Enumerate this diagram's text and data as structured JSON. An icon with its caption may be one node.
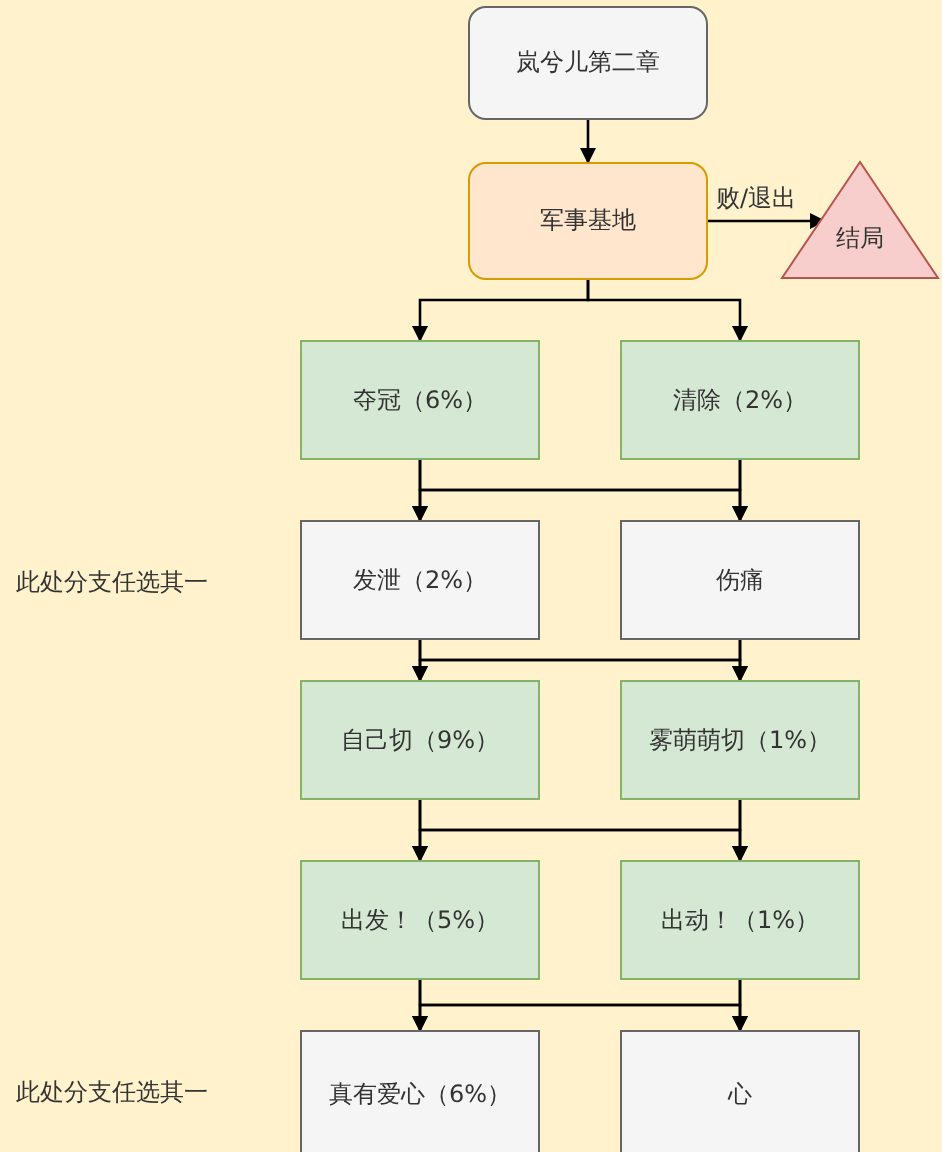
{
  "diagram": {
    "nodes": [
      {
        "text": [
          "岚兮儿第二章"
        ]
      },
      {
        "text": [
          "军事基地"
        ]
      },
      {
        "text": [
          "结局"
        ]
      },
      {
        "text": [
          "夺冠（6%）"
        ]
      },
      {
        "text": [
          "清除（2%）"
        ]
      },
      {
        "text": [
          "发泄（2%）"
        ]
      },
      {
        "text": [
          "伤痛"
        ]
      },
      {
        "text": [
          "自己切（9%）"
        ]
      },
      {
        "text": [
          "雾萌萌切（1%）"
        ]
      },
      {
        "text": [
          "出发！（5%）"
        ]
      },
      {
        "text": [
          "出动！（1%）"
        ]
      },
      {
        "text": [
          "真有爱心（6%）"
        ]
      },
      {
        "text": [
          "心"
        ]
      }
    ],
    "edges": [
      {
        "from": 0,
        "to": 1,
        "arrow": "to"
      },
      {
        "from": 1,
        "to": 2,
        "arrow": "to",
        "label": "败/退出"
      },
      {
        "from": 1,
        "to": 3,
        "arrow": "to"
      },
      {
        "from": 1,
        "to": 4,
        "arrow": "to"
      },
      {
        "from": 3,
        "to": 5,
        "arrow": "to"
      },
      {
        "from": 3,
        "to": 6,
        "arrow": "to"
      },
      {
        "from": 4,
        "to": 5,
        "arrow": "to"
      },
      {
        "from": 4,
        "to": 6,
        "arrow": "to"
      },
      {
        "from": 5,
        "to": 7,
        "arrow": "to"
      },
      {
        "from": 5,
        "to": 8,
        "arrow": "to"
      },
      {
        "from": 6,
        "to": 7,
        "arrow": "to"
      },
      {
        "from": 6,
        "to": 8,
        "arrow": "to"
      },
      {
        "from": 7,
        "to": 9,
        "arrow": "to"
      },
      {
        "from": 7,
        "to": 10,
        "arrow": "to"
      },
      {
        "from": 8,
        "to": 9,
        "arrow": "to"
      },
      {
        "from": 8,
        "to": 10,
        "arrow": "to"
      },
      {
        "from": 9,
        "to": 11,
        "arrow": "to"
      },
      {
        "from": 9,
        "to": 12,
        "arrow": "to"
      },
      {
        "from": 10,
        "to": 11,
        "arrow": "to"
      },
      {
        "from": 10,
        "to": 12,
        "arrow": "to"
      }
    ],
    "labels": [
      "此处分支任选其一",
      "此处分支任选其一"
    ]
  }
}
